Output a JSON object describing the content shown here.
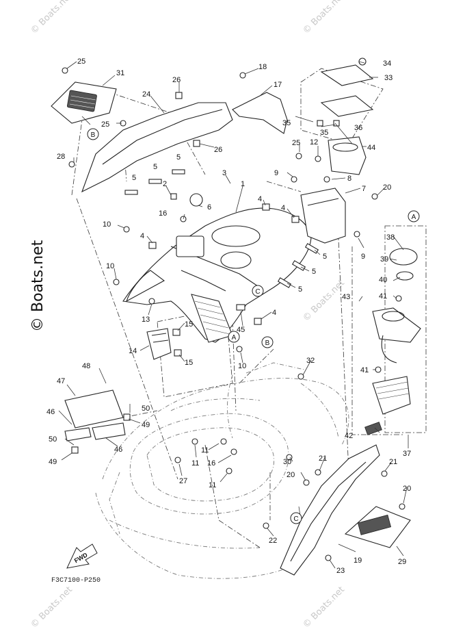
{
  "watermark": {
    "brand": "Boats.net",
    "copyright_symbol": "©"
  },
  "diagram_code": "F3C7100-P250",
  "fwd_label": "FWD",
  "callouts": {
    "a": "A",
    "b": "B",
    "c": "C"
  },
  "part_numbers": {
    "p1": "1",
    "p2": "2",
    "p3": "3",
    "p4": "4",
    "p5": "5",
    "p6": "6",
    "p7": "7",
    "p8": "8",
    "p9": "9",
    "p10": "10",
    "p11": "11",
    "p12": "12",
    "p13": "13",
    "p14": "14",
    "p15": "15",
    "p16": "16",
    "p17": "17",
    "p18": "18",
    "p19": "19",
    "p20": "20",
    "p21": "21",
    "p22": "22",
    "p23": "23",
    "p24": "24",
    "p25": "25",
    "p26": "26",
    "p27": "27",
    "p28": "28",
    "p29": "29",
    "p30": "30",
    "p31": "31",
    "p32": "32",
    "p33": "33",
    "p34": "34",
    "p35": "35",
    "p36": "36",
    "p37": "37",
    "p38": "38",
    "p39": "39",
    "p40": "40",
    "p41": "41",
    "p42": "42",
    "p43": "43",
    "p44": "44",
    "p45": "45",
    "p46": "46",
    "p47": "47",
    "p48": "48",
    "p49": "49",
    "p50": "50"
  }
}
